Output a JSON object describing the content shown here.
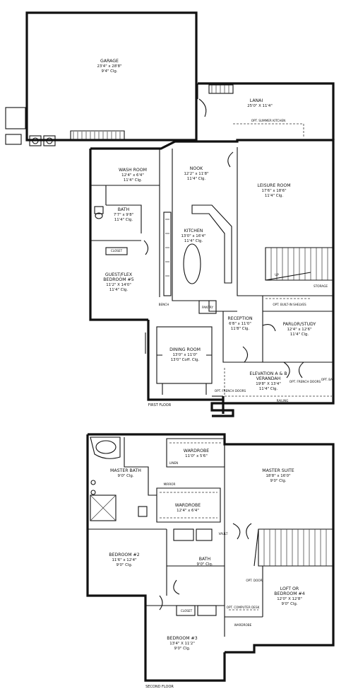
{
  "floors": {
    "first": "FIRST FLOOR",
    "second": "SECOND FLOOR"
  },
  "first_floor": {
    "garage": {
      "name": "GARAGE",
      "dims": "23'4\" x 28'8\"",
      "clg": "9'4\" Clg."
    },
    "lanai": {
      "name": "LANAI",
      "dims": "25'0\" X 11'4\""
    },
    "lanai_note": "OPT. SUMMER KITCHEN",
    "nook": {
      "name": "NOOK",
      "dims": "12'2\" x 11'8\"",
      "clg": "11'4\" Clg."
    },
    "leisure_room": {
      "name": "LEISURE ROOM",
      "dims": "17'6\" x 18'6\"",
      "clg": "11'4\" Clg."
    },
    "wash_room": {
      "name": "WASH ROOM",
      "dims": "12'4\" x 6'4\"",
      "clg": "11'4\" Clg."
    },
    "bath": {
      "name": "BATH",
      "dims": "7'7\" x 9'8\"",
      "clg": "11'4\" Clg."
    },
    "kitchen": {
      "name": "KITCHEN",
      "dims": "13'0\" x 16'4\"",
      "clg": "11'4\" Clg."
    },
    "closet": "CLOSET",
    "guest_bedroom": {
      "name1": "GUEST/FLEX",
      "name2": "BEDROOM #5",
      "dims": "11'2\" X 14'0\"",
      "clg": "11'4\" Clg."
    },
    "pantry": "PANTRY",
    "reception": {
      "name": "RECEPTION",
      "dims": "6'8\" x 11'0\"",
      "clg": "11'8\" Clg."
    },
    "parlor": {
      "name": "PARLOR/STUDY",
      "dims": "12'4\" x 12'6\"",
      "clg": "11'4\" Clg."
    },
    "opt_bookshelves": "OPT. BUILT-IN SHELVES",
    "opt_french_doors_1": "OPT. FRENCH DOORS",
    "opt_french_doors_2": "OPT. FRENCH DOORS",
    "opt_bay": "OPT. BAY",
    "storage": "STORAGE",
    "dining_room": {
      "name": "DINING ROOM",
      "dims": "13'0\" x 11'0\"",
      "clg": "13'0\" Coff. Clg."
    },
    "veranda": {
      "name1": "ELEVATION A & B",
      "name2": "VERANDAH",
      "dims": "19'8\" X 13'4\"",
      "clg": "11'4\" Clg."
    },
    "bench": "BENCH",
    "railing": "RAILING",
    "up_label": "UP"
  },
  "second_floor": {
    "master_bath": {
      "name": "MASTER BATH",
      "clg": "9'0\" Clg."
    },
    "wardrobe_1": {
      "name": "WARDROBE",
      "dims": "11'0\" x 5'6\""
    },
    "wardrobe_2": {
      "name": "WARDROBE",
      "dims": "12'4\" x 6'4\""
    },
    "master_suite": {
      "name": "MASTER SUITE",
      "dims": "18'8\" x 16'0\"",
      "clg": "9'0\" Clg."
    },
    "bedroom_2": {
      "name": "BEDROOM #2",
      "dims": "11'6\" x 12'4\"",
      "clg": "9'0\" Clg."
    },
    "bath_2": {
      "name": "BATH",
      "clg": "9'0\" Clg."
    },
    "loft": {
      "name1": "LOFT OR",
      "name2": "BEDROOM #4",
      "dims": "12'0\" X 12'8\"",
      "clg": "9'0\" Clg."
    },
    "bedroom_3": {
      "name": "BEDROOM #3",
      "dims": "13'4\" X 11'2\"",
      "clg": "9'0\" Clg."
    },
    "linen": "LINEN",
    "mirror": "MIRROR",
    "closet": "CLOSET",
    "vault": "VAULT",
    "opt_door": "OPT. DOOR",
    "opt_computer": "OPT. COMPUTER DESK",
    "wardrobe_small": "WARDROBE"
  }
}
